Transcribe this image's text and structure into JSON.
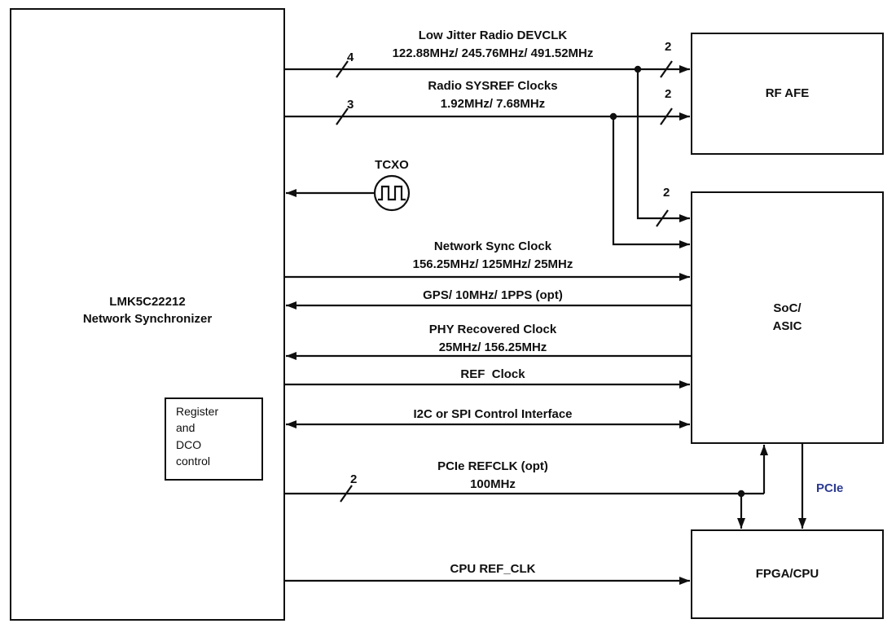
{
  "diagram": {
    "background": "#ffffff",
    "line_color": "#0f0f0f",
    "pcie_color": "#2b3a91"
  },
  "blocks": {
    "main": {
      "title": "LMK5C22212\nNetwork Synchronizer"
    },
    "register": {
      "label": "Register\nand\nDCO\ncontrol"
    },
    "rf_afe": {
      "label": "RF AFE"
    },
    "soc": {
      "label": "SoC/\nASIC"
    },
    "fpga": {
      "label": "FPGA/CPU"
    }
  },
  "signals": {
    "devclk": {
      "title": "Low Jitter Radio DEVCLK",
      "freqs": "122.88MHz/ 245.76MHz/ 491.52MHz",
      "bus_main": "4",
      "bus_afe": "2",
      "bus_soc": "2"
    },
    "sysref": {
      "title": "Radio SYSREF Clocks",
      "freqs": "1.92MHz/ 7.68MHz",
      "bus_main": "3",
      "bus_afe": "2"
    },
    "tcxo": {
      "label": "TCXO"
    },
    "network_sync": {
      "title": "Network Sync Clock",
      "freqs": "156.25MHz/ 125MHz/ 25MHz"
    },
    "gps": {
      "title": "GPS/ 10MHz/ 1PPS (opt)"
    },
    "phy": {
      "title": "PHY Recovered Clock",
      "freqs": "25MHz/ 156.25MHz"
    },
    "ref_clock": {
      "title": "REF  Clock"
    },
    "i2c_spi": {
      "title": "I2C or SPI Control Interface"
    },
    "pcie_refclk": {
      "title": "PCIe REFCLK (opt)",
      "freqs": "100MHz",
      "bus": "2"
    },
    "pcie": {
      "label": "PCIe"
    },
    "cpu_refclk": {
      "title": "CPU REF_CLK"
    }
  }
}
